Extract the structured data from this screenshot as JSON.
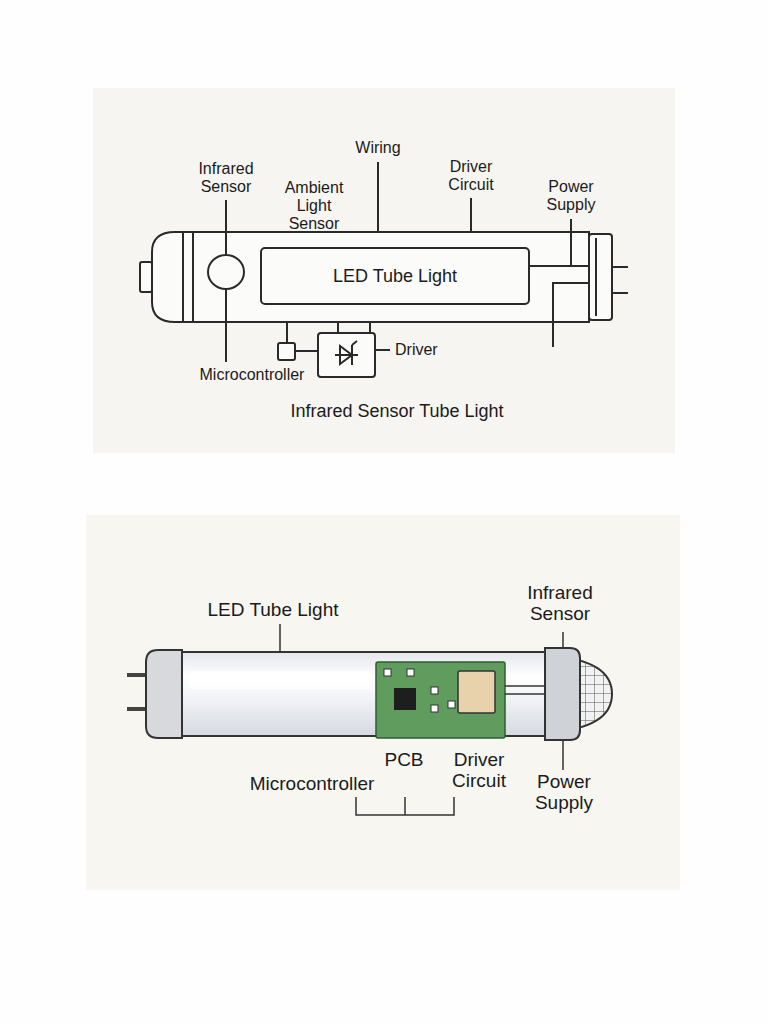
{
  "diagram": {
    "nodes": [
      {
        "text": [
          "LED Tube Light"
        ]
      }
    ],
    "labels": [
      "Infrared Sensor",
      "Wiring",
      "Ambient Light Sensor",
      "Driver Circuit",
      "Power Supply",
      "Driver",
      "Microcontroller",
      "Infrared Sensor Tube Light",
      "LED Tube Light",
      "Infrared Sensor",
      "PCB",
      "Driver Circuit",
      "Microcontroller",
      "Power Supply"
    ]
  }
}
